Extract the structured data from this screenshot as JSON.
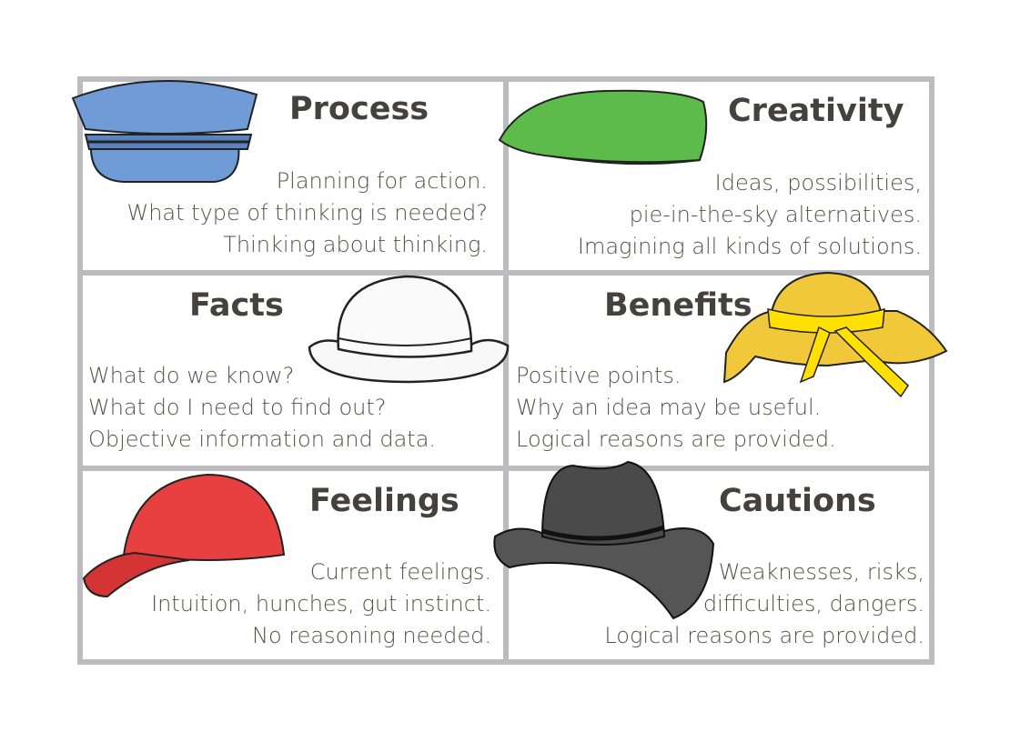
{
  "colors": {
    "border": "#bcbbc0",
    "blue": "#6f9bd6",
    "green": "#5cbb4a",
    "white": "#f8f8f8",
    "yellow": "#f0c83a",
    "red": "#e84040",
    "black": "#4a4a4a"
  },
  "cells": [
    {
      "title": "Process",
      "lines": [
        "Planning for action.",
        "What type of thinking is needed?",
        "Thinking about thinking."
      ],
      "icon": "blue-cap-icon"
    },
    {
      "title": "Creativity",
      "lines": [
        "Ideas, possibilities,",
        "pie-in-the-sky alternatives.",
        "Imagining all kinds of solutions."
      ],
      "icon": "green-beret-icon"
    },
    {
      "title": "Facts",
      "lines": [
        "What do we know?",
        "What do I need to find out?",
        "Objective information and data."
      ],
      "icon": "white-bowler-hat-icon"
    },
    {
      "title": "Benefits",
      "lines": [
        "Positive points.",
        "Why an idea may be useful.",
        "Logical reasons are provided."
      ],
      "icon": "yellow-sun-hat-icon"
    },
    {
      "title": "Feelings",
      "lines": [
        "Current feelings.",
        "Intuition, hunches, gut instinct.",
        "No reasoning needed."
      ],
      "icon": "red-baseball-cap-icon"
    },
    {
      "title": "Cautions",
      "lines": [
        "Weaknesses, risks,",
        "difficulties, dangers.",
        "Logical reasons are provided."
      ],
      "icon": "black-cowboy-hat-icon"
    }
  ]
}
